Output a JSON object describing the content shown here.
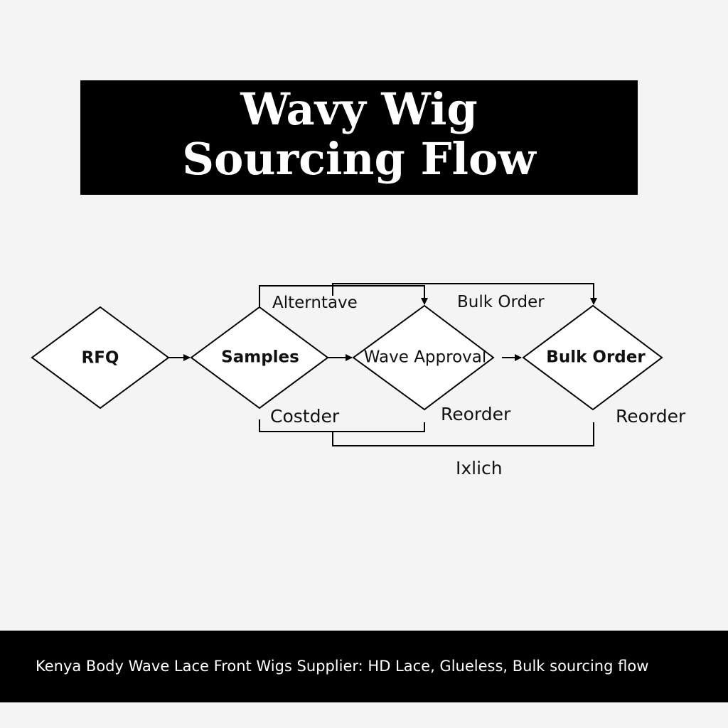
{
  "title": {
    "line1": "Wavy Wig",
    "line2": "Sourcing Flow"
  },
  "nodes": [
    {
      "label": "RFQ"
    },
    {
      "label": "Samples"
    },
    {
      "label": "Wave Approval"
    },
    {
      "label": "Bulk Order"
    }
  ],
  "edge_labels": {
    "alternative": "Alterntave",
    "bulk_order": "Bulk Order",
    "costder": "Costder",
    "reorder_1": "Reorder",
    "reorder_2": "Reorder",
    "ixlich": "Ixlich"
  },
  "footer": "Kenya Body Wave Lace Front Wigs Supplier: HD Lace, Glueless, Bulk sourcing flow"
}
